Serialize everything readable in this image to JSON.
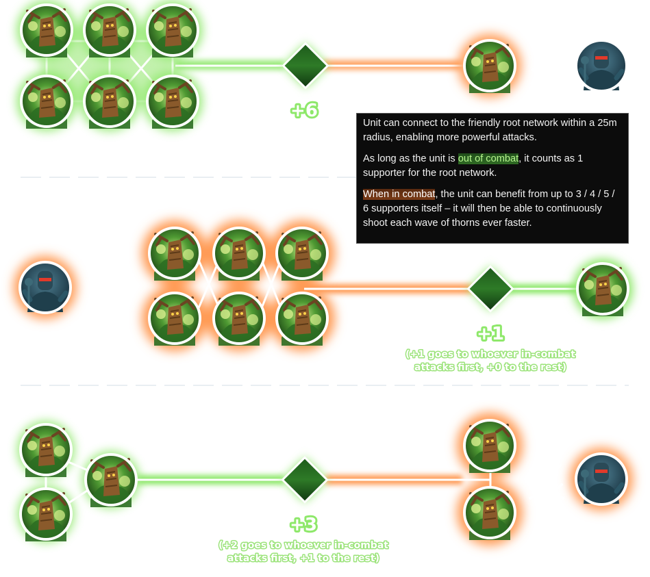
{
  "colors": {
    "friendly_link": "#7fe05a",
    "combat_link": "#ff9a52",
    "badge_green": "#8ee86a",
    "tooltip_bg": "#0c0c0c"
  },
  "icons": {
    "friendly_unit": "treant-portrait-icon",
    "enemy_unit": "armored-soldier-portrait-icon",
    "combat": "crossed-swords-icon",
    "network_node": "root-node-diamond-icon"
  },
  "tooltip": {
    "p1": "Unit can connect to the friendly root network within a 25m radius, enabling more powerful attacks.",
    "p2_before": "As long as the unit is ",
    "p2_highlight": "out of combat",
    "p2_after": ", it counts as 1 supporter for the root network.",
    "p3_highlight": "When in combat",
    "p3_after": ", the unit can benefit from up to 3 / 4 / 5 / 6 supporters itself – it will then be able to continuously shoot each wave of thorns ever faster."
  },
  "scenarios": [
    {
      "bonus": "+6",
      "note_line1": "",
      "note_line2": ""
    },
    {
      "bonus": "+1",
      "note_line1": "(+1 goes to whoever in-combat",
      "note_line2": "attacks first, +0 to the rest)"
    },
    {
      "bonus": "+3",
      "note_line1": "(+2 goes to whoever in-combat",
      "note_line2": "attacks first, +1 to the rest)"
    }
  ]
}
